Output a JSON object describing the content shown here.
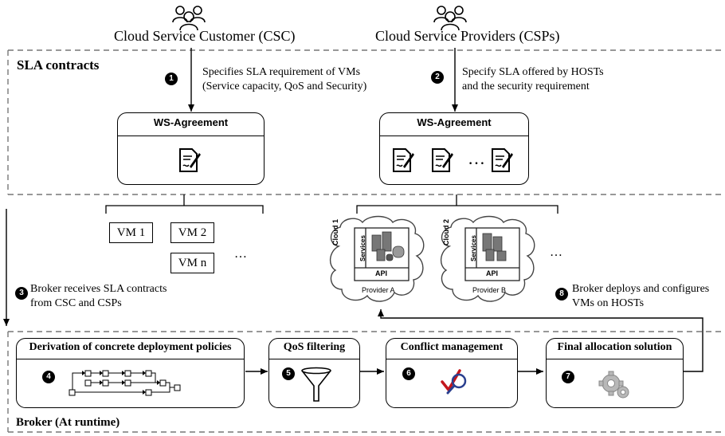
{
  "actors": {
    "customer": "Cloud Service Customer (CSC)",
    "providers": "Cloud Service Providers (CSPs)"
  },
  "regions": {
    "sla": "SLA contracts",
    "broker": "Broker (At runtime)"
  },
  "steps": {
    "s1": {
      "num": "1",
      "line1": "Specifies SLA requirement of VMs",
      "line2": "(Service capacity, QoS and Security)"
    },
    "s2": {
      "num": "2",
      "line1": "Specify SLA offered by HOSTs",
      "line2": "and the security requirement"
    },
    "s3": {
      "num": "3",
      "line1": "Broker receives SLA contracts",
      "line2": "from CSC and CSPs"
    },
    "s4": {
      "num": "4"
    },
    "s5": {
      "num": "5"
    },
    "s6": {
      "num": "6"
    },
    "s7": {
      "num": "7"
    },
    "s8": {
      "num": "8",
      "line1": "Broker deploys and configures",
      "line2": "VMs on HOSTs"
    }
  },
  "agreements": {
    "left_title": "WS-Agreement",
    "right_title": "WS-Agreement",
    "ellipsis": "…"
  },
  "vms": {
    "vm1": "VM 1",
    "vm2": "VM 2",
    "vmn": "VM n",
    "ellipsis": "…"
  },
  "clouds": {
    "c1": {
      "name": "Cloud 1",
      "services": "Services",
      "api": "API",
      "provider": "Provider A"
    },
    "c2": {
      "name": "Cloud 2",
      "services": "Services",
      "api": "API",
      "provider": "Provider B"
    },
    "ellipsis": "…"
  },
  "broker_boxes": {
    "derivation": "Derivation of concrete deployment policies",
    "qos": "QoS filtering",
    "conflict": "Conflict management",
    "final": "Final allocation solution"
  },
  "icons": [
    "people-icon",
    "document-icon",
    "funnel-icon",
    "check-magnifier-icon",
    "gear-icon",
    "server-icon",
    "cloud-shape"
  ]
}
